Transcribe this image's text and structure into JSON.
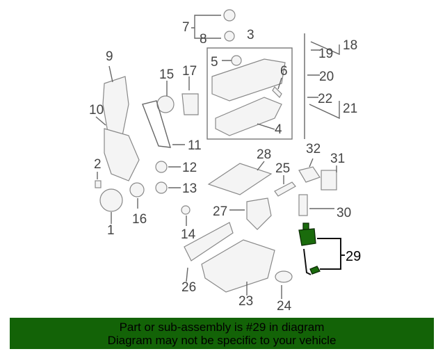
{
  "diagram": {
    "callouts": {
      "c1": "1",
      "c2": "2",
      "c3": "3",
      "c4": "4",
      "c5": "5",
      "c6": "6",
      "c7": "7",
      "c8": "8",
      "c9": "9",
      "c10": "10",
      "c11": "11",
      "c12": "12",
      "c13": "13",
      "c14": "14",
      "c15": "15",
      "c16": "16",
      "c17": "17",
      "c18": "18",
      "c19": "19",
      "c20": "20",
      "c21": "21",
      "c22": "22",
      "c23": "23",
      "c24": "24",
      "c25": "25",
      "c26": "26",
      "c27": "27",
      "c28": "28",
      "c29": "29",
      "c30": "30",
      "c31": "31",
      "c32": "32"
    },
    "highlighted_part": "29",
    "highlight_color": "#1a6b0c"
  },
  "banner": {
    "line1": "Part or sub-assembly is #29 in diagram",
    "line2": "Diagram may not be specific to your vehicle",
    "color": "#136307"
  }
}
